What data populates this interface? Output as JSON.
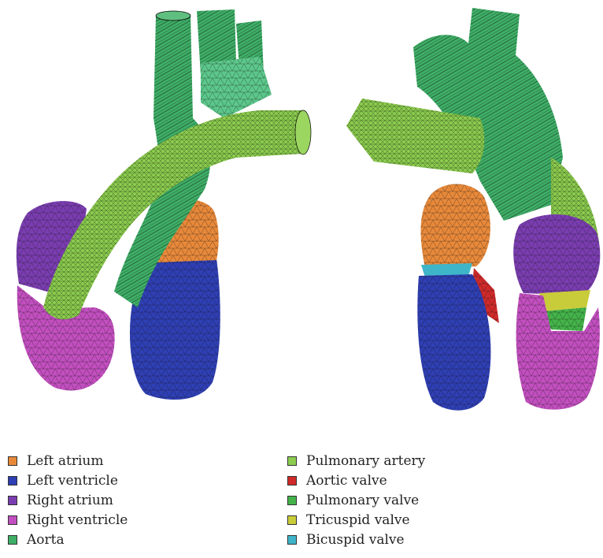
{
  "legend": [
    {
      "label": "Left atrium",
      "color": "#e8893a"
    },
    {
      "label": "Left ventricle",
      "color": "#2f3fb4"
    },
    {
      "label": "Right atrium",
      "color": "#7a3db0"
    },
    {
      "label": "Right ventricle",
      "color": "#c24fbf"
    },
    {
      "label": "Aorta",
      "color": "#3fae67"
    },
    {
      "label": "Pulmonary artery",
      "color": "#8ccd4f"
    },
    {
      "label": "Aortic valve",
      "color": "#d02a2a"
    },
    {
      "label": "Pulmonary valve",
      "color": "#44b34a"
    },
    {
      "label": "Tricuspid valve",
      "color": "#c9cc3a"
    },
    {
      "label": "Bicuspid valve",
      "color": "#3fb5c9"
    }
  ]
}
